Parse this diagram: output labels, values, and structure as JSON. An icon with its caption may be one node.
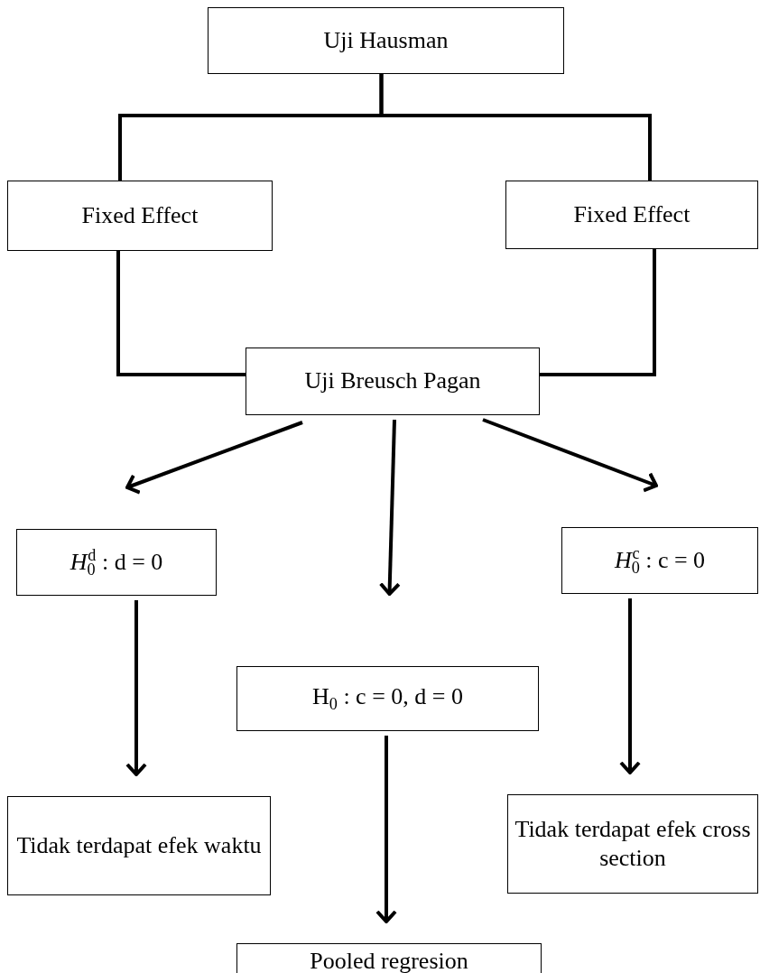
{
  "diagram": {
    "nodes": [
      {
        "text": [
          "Uji Hausman"
        ]
      },
      {
        "text": [
          "Fixed Effect"
        ]
      },
      {
        "text": [
          "Fixed Effect"
        ]
      },
      {
        "text": [
          "Uji Breusch Pagan"
        ]
      },
      {
        "text": [
          "*H*$_{0}$$^{d}$ : d = 0"
        ]
      },
      {
        "text": [
          "H$_{0}$ : c = 0, d = 0"
        ]
      },
      {
        "text": [
          "*H*$_{0}$$^{c}$ : c = 0"
        ]
      },
      {
        "text": [
          "Tidak terdapat efek waktu"
        ]
      },
      {
        "text": [
          "Pooled regresion"
        ]
      },
      {
        "text": [
          "Tidak terdapat efek cross section"
        ]
      }
    ],
    "edges": [
      {
        "from": 0,
        "to": 1,
        "arrow": "none"
      },
      {
        "from": 0,
        "to": 2,
        "arrow": "none"
      },
      {
        "from": 1,
        "to": 3,
        "arrow": "none"
      },
      {
        "from": 2,
        "to": 3,
        "arrow": "none"
      },
      {
        "from": 3,
        "to": 4,
        "arrow": "to"
      },
      {
        "from": 3,
        "to": 5,
        "arrow": "to"
      },
      {
        "from": 3,
        "to": 6,
        "arrow": "to"
      },
      {
        "from": 4,
        "to": 7,
        "arrow": "to"
      },
      {
        "from": 5,
        "to": 8,
        "arrow": "to"
      },
      {
        "from": 6,
        "to": 9,
        "arrow": "to"
      }
    ]
  }
}
